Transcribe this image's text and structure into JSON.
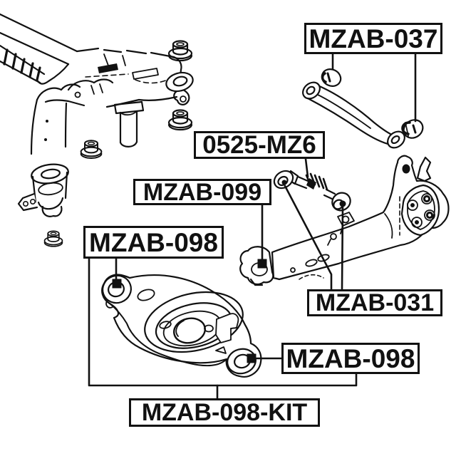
{
  "colors": {
    "background": "#ffffff",
    "line": "#111111"
  },
  "labels": {
    "mzab037": "MZAB-037",
    "mz6": "0525-MZ6",
    "mzab099": "MZAB-099",
    "mzab098_front": "MZAB-098",
    "mzab031": "MZAB-031",
    "mzab098_rear": "MZAB-098",
    "mzab098_kit": "MZAB-098-KIT"
  },
  "parts": [
    "rear-subframe-crossmember",
    "mount-bushing-nuts",
    "washer-ring",
    "upper-lateral-arm",
    "upper-arm-bushings",
    "toe-adjust-link",
    "toe-link-bushings",
    "trailing-arm-with-bracket",
    "rear-lower-control-arm"
  ]
}
